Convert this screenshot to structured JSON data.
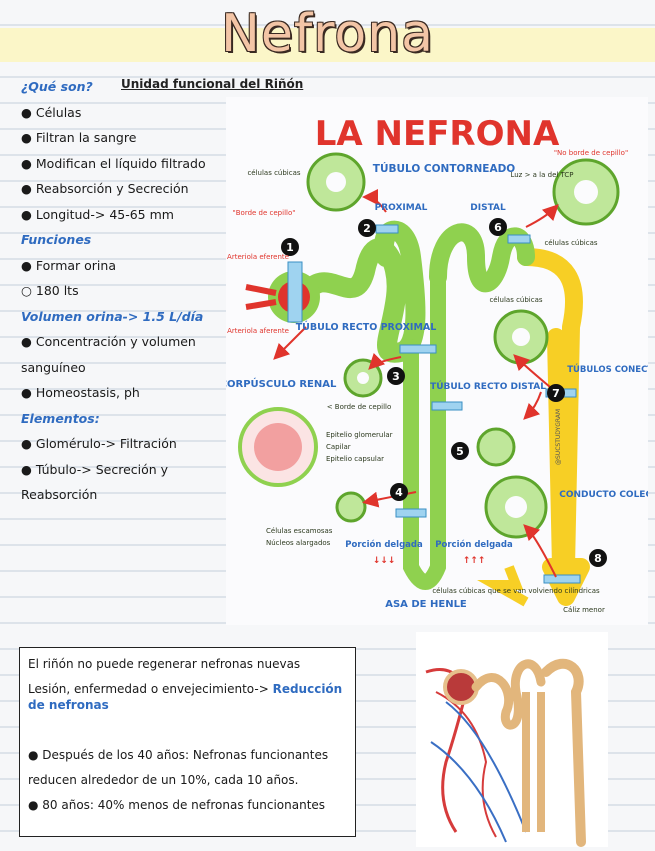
{
  "title": "Nefrona",
  "intro": {
    "question": "¿Qué son?",
    "definition": "Unidad funcional del Riñón",
    "items": [
      "● Células",
      "● Filtran la sangre",
      "● Modifican el líquido filtrado",
      "● Reabsorción y Secreción",
      "● Longitud-> 45-65 mm"
    ]
  },
  "funciones": {
    "heading": "Funciones",
    "items": [
      "● Formar orina",
      "○ 180 lts"
    ]
  },
  "volumen": {
    "heading": "Volumen orina-> 1.5 L/día",
    "items": [
      "● Concentración y volumen",
      "sanguíneo",
      "● Homeostasis, ph"
    ]
  },
  "elementos": {
    "heading": "Elementos:",
    "items": [
      "● Glomérulo-> Filtración",
      "● Túbulo-> Secreción y",
      "Reabsorción"
    ]
  },
  "diagram": {
    "title": "LA NEFRONA",
    "labels": {
      "tubulo_contorneado": "TÚBULO CONTORNEADO",
      "proximal": "PROXIMAL",
      "distal": "DISTAL",
      "celulas_cubicas_1": "células cúbicas",
      "borde_cepillo": "\"Borde de cepillo\"",
      "no_borde": "\"No borde de cepillo\"",
      "luz_tcp": "Luz > a la del TCP",
      "celulas_cubicas_2": "células cúbicas",
      "arteriola_eferente": "Arteriola eferente",
      "arteriola_aferente": "Arteriola aferente",
      "tubulo_recto_proximal": "TÚBULO RECTO PROXIMAL",
      "celulas_cubicas_3": "células cúbicas",
      "corpusculo_renal": "CORPÚSCULO RENAL",
      "borde_cepillo_2": "< Borde de cepillo",
      "epitelio_glomerular": "Epitelio glomerular",
      "capilar": "Capilar",
      "epitelio_capsular": "Epitelio capsular",
      "tubulo_recto_distal": "TÚBULO RECTO DISTAL",
      "tubulos_conectores": "TÚBULOS CONECTORES",
      "conducto_colector": "CONDUCTO COLECTOR",
      "celulas_escamosas": "Células escamosas",
      "nucleos_alargados": "Núcleos alargados",
      "porcion_delgada_1": "Porción delgada",
      "porcion_delgada_2": "Porción delgada",
      "celulas_cubicas_4": "células cúbicas que se van volviendo cilíndricas",
      "asa_henle": "ASA DE HENLE",
      "caliz_menor": "Cáliz menor",
      "watermark": "@SUCSTUDYGRAM",
      "arrows_down": "↓↓↓",
      "arrows_up": "↑↑↑"
    },
    "numbers": [
      "1",
      "2",
      "3",
      "4",
      "5",
      "6",
      "7",
      "8"
    ]
  },
  "bottom": {
    "line1": "El riñón no puede regenerar nefronas nuevas",
    "line2_prefix": "Lesión, enfermedad o envejecimiento-> ",
    "line2_highlight": "Reducción de nefronas",
    "line3": "● Después de los 40 años: Nefronas funcionantes",
    "line4": "reducen alrededor de un 10%, cada 10 años.",
    "line5": "● 80 años: 40% menos de nefronas funcionantes"
  },
  "colors": {
    "accent_blue": "#2f6bc0",
    "title_fill": "#f3c5a6",
    "banner": "#fbf6c8",
    "tube_green": "#8fd14f",
    "collector_yellow": "#f7cf25",
    "red": "#e0342c"
  }
}
